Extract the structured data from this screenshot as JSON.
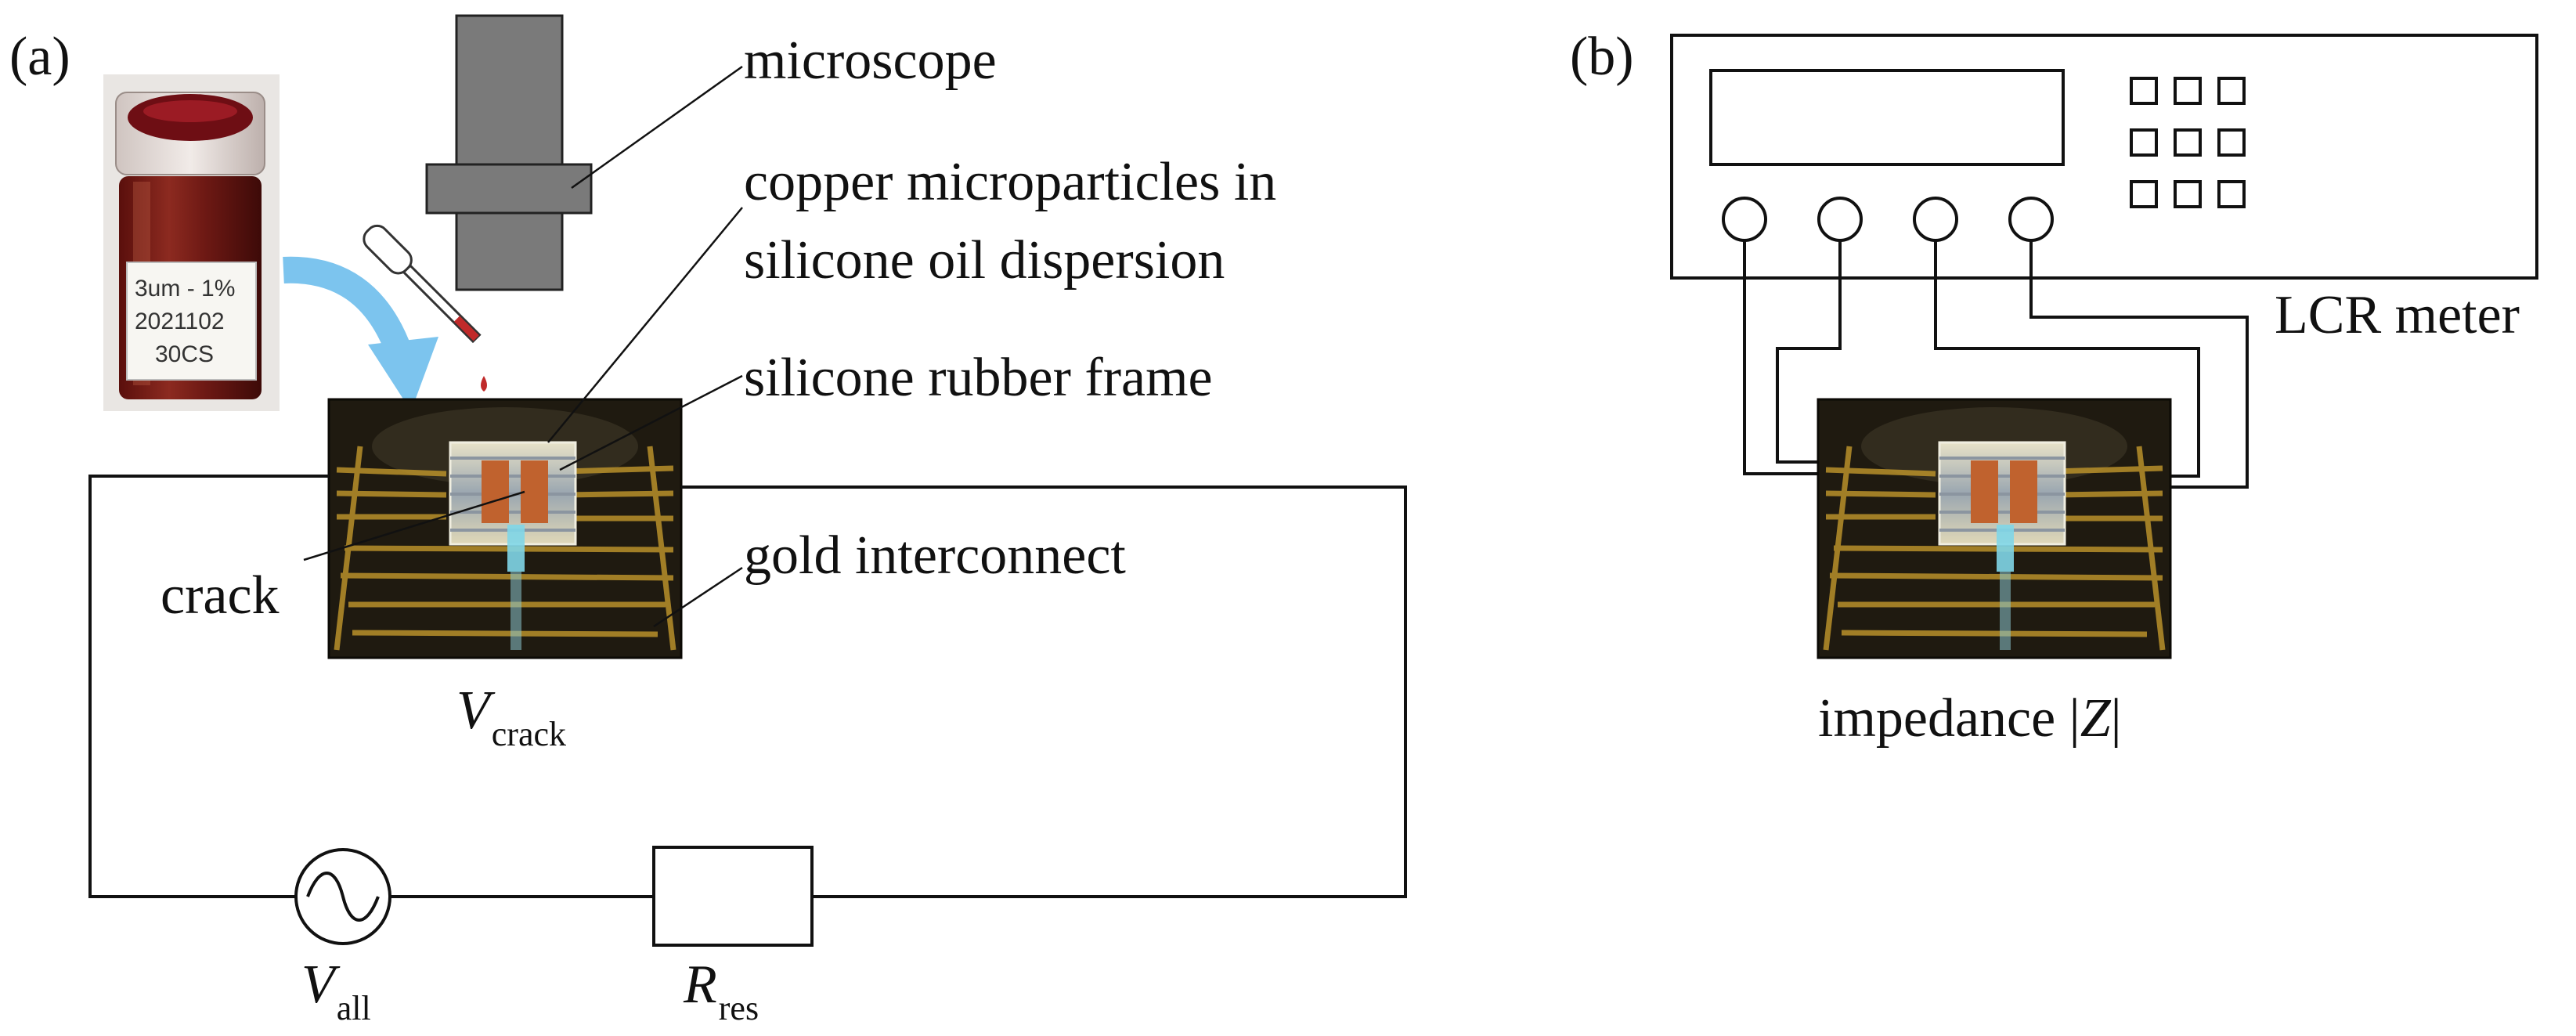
{
  "panel_a": {
    "panel_label": "(a)",
    "microscope_label": "microscope",
    "particles_label_line1": "copper microparticles in",
    "particles_label_line2": "silicone oil dispersion",
    "frame_label": "silicone rubber frame",
    "crack_label": "crack",
    "interconnect_label": "gold interconnect",
    "v_crack_symbol": "V",
    "v_crack_subscript": "crack",
    "v_all_symbol": "V",
    "v_all_subscript": "all",
    "r_res_symbol": "R",
    "r_res_subscript": "res",
    "vial_label_line1": "3um - 1%",
    "vial_label_line2": "2021102",
    "vial_label_line3": "30CS"
  },
  "panel_b": {
    "panel_label": "(b)",
    "lcr_label": "LCR meter",
    "impedance_label": "impedance |",
    "impedance_symbol": "Z",
    "impedance_close": "|"
  },
  "colors": {
    "microscope_gray": "#7a7a7a",
    "arrow_blue": "#7cc4ee",
    "vial_liquid": "#7a1512",
    "drop_red": "#c02a2a",
    "photo_background": "#1f1a10",
    "gold_trace": "#b8902a",
    "copper_pad": "#c0622e"
  }
}
